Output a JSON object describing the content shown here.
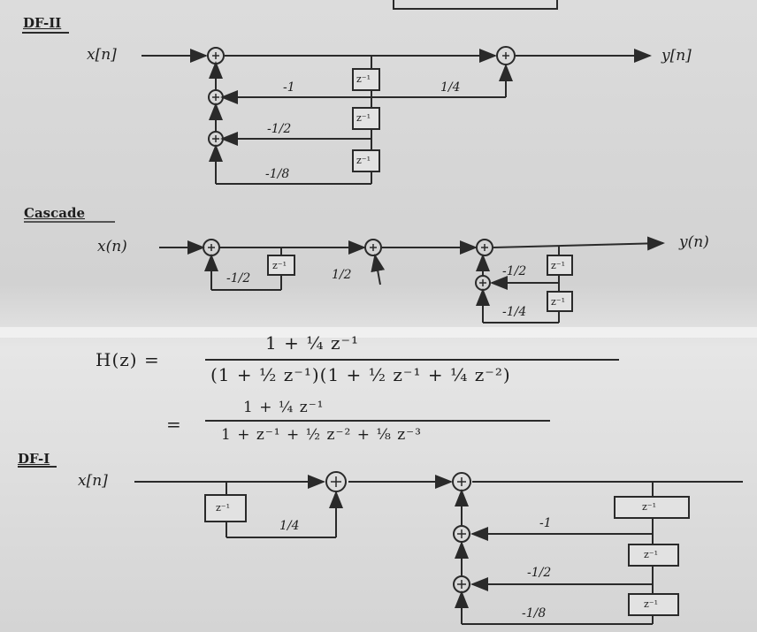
{
  "sections": {
    "df2": "DF-II",
    "cascade": "Cascade",
    "df1": "DF-I"
  },
  "signals": {
    "input": "x[n]",
    "output": "y[n]",
    "input_cascade": "x(n)",
    "output_cascade": "y(n)"
  },
  "blocks": {
    "delay": "z⁻¹"
  },
  "gains": {
    "df2_feedback_1": "-1",
    "df2_feedforward_1": "1/4",
    "df2_feedback_2": "-1/2",
    "df2_feedback_3": "-1/8",
    "cascade_stage1_feedback": "-1/2",
    "cascade_stage1_forward": "1/2",
    "cascade_stage2_feedback_1": "-1/2",
    "cascade_stage2_feedback_2": "-1/4",
    "df1_feedforward": "1/4",
    "df1_feedback_1": "-1",
    "df1_feedback_2": "-1/2",
    "df1_feedback_3": "-1/8"
  },
  "transfer_function": {
    "lhs": "H(z) =",
    "numerator": "1 + ¼ z⁻¹",
    "denominator": "(1 + ½ z⁻¹)(1 + ½ z⁻¹ + ¼ z⁻²)",
    "equals": "=",
    "numerator_expanded": "1 + ¼ z⁻¹",
    "denominator_expanded": "1 + z⁻¹ + ½ z⁻² + ⅛ z⁻³"
  }
}
